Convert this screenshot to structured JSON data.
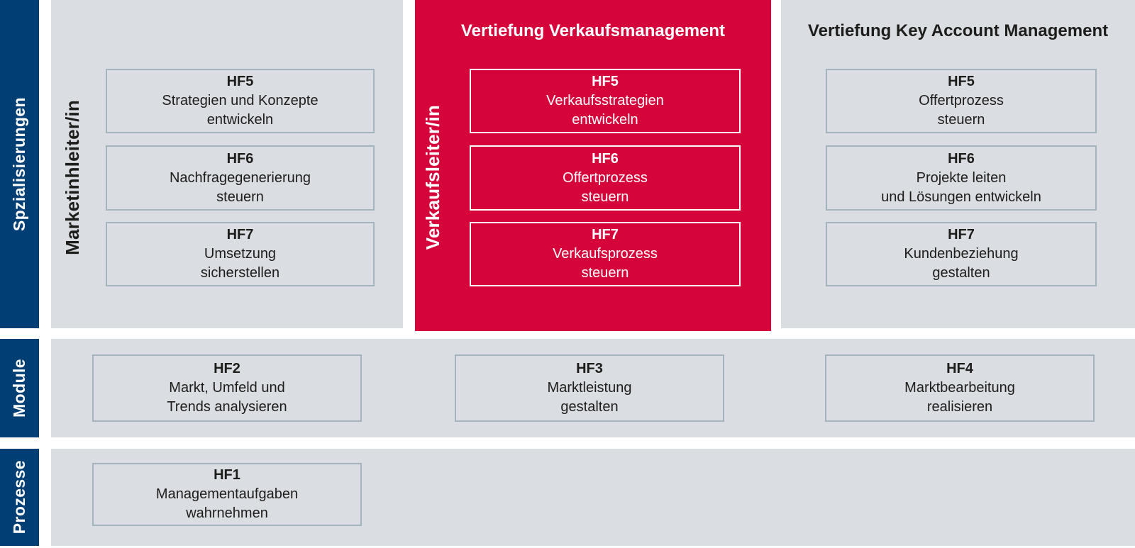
{
  "diagram": {
    "sidebar": {
      "specializations_label": "Spzialisierungen",
      "modules_label": "Module",
      "processes_label": "Prozesse"
    },
    "columns": {
      "marketing": {
        "role_label": "Marketinhleiter/in",
        "boxes": [
          {
            "code": "HF5",
            "text": "Strategien und Konzepte\nentwickeln"
          },
          {
            "code": "HF6",
            "text": "Nachfragegenerierung\nsteuern"
          },
          {
            "code": "HF7",
            "text": "Umsetzung\nsicherstellen"
          }
        ]
      },
      "sales": {
        "title": "Vertiefung Verkaufsmanagement",
        "role_label": "Verkaufsleiter/in",
        "boxes": [
          {
            "code": "HF5",
            "text": "Verkaufsstrategien\nentwickeln"
          },
          {
            "code": "HF6",
            "text": "Offertprozess\nsteuern"
          },
          {
            "code": "HF7",
            "text": "Verkaufsprozess\nsteuern"
          }
        ]
      },
      "key_account": {
        "title": "Vertiefung Key Account Management",
        "boxes": [
          {
            "code": "HF5",
            "text": "Offertprozess\nsteuern"
          },
          {
            "code": "HF6",
            "text": "Projekte leiten\nund Lösungen entwickeln"
          },
          {
            "code": "HF7",
            "text": "Kundenbeziehung\ngestalten"
          }
        ]
      }
    },
    "modules_row": {
      "boxes": [
        {
          "code": "HF2",
          "text": "Markt, Umfeld und\nTrends analysieren"
        },
        {
          "code": "HF3",
          "text": "Marktleistung\ngestalten"
        },
        {
          "code": "HF4",
          "text": "Marktbearbeitung\nrealisieren"
        }
      ]
    },
    "processes_row": {
      "boxes": [
        {
          "code": "HF1",
          "text": "Managementaufgaben\nwahrnehmen"
        }
      ]
    },
    "colors": {
      "sidebar_blue": "#003e73",
      "highlight_red": "#d5053c",
      "panel_gray": "#dadde2",
      "box_border": "#a3b4bd",
      "text_dark": "#1d1d1b",
      "text_light": "#ffffff"
    }
  }
}
